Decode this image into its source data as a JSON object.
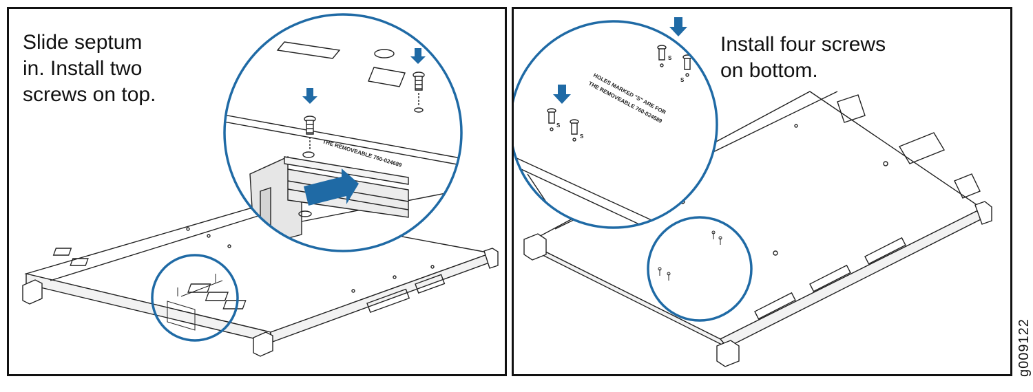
{
  "steps": [
    {
      "caption": "Slide septum\nin. Install two\nscrews on top."
    },
    {
      "caption": "Install four screws\non bottom."
    }
  ],
  "detail_label_left": "THE REMOVEABLE 760-024689",
  "detail_label_right_1": "HOLES MARKED \"S\" ARE FOR",
  "detail_label_right_2": "THE REMOVEABLE 760-024689",
  "screw_marker": "S",
  "figure_id": "g009122",
  "colors": {
    "callout_circle": "#1f6aa5",
    "arrow": "#1f6aa5",
    "line": "#222222"
  }
}
